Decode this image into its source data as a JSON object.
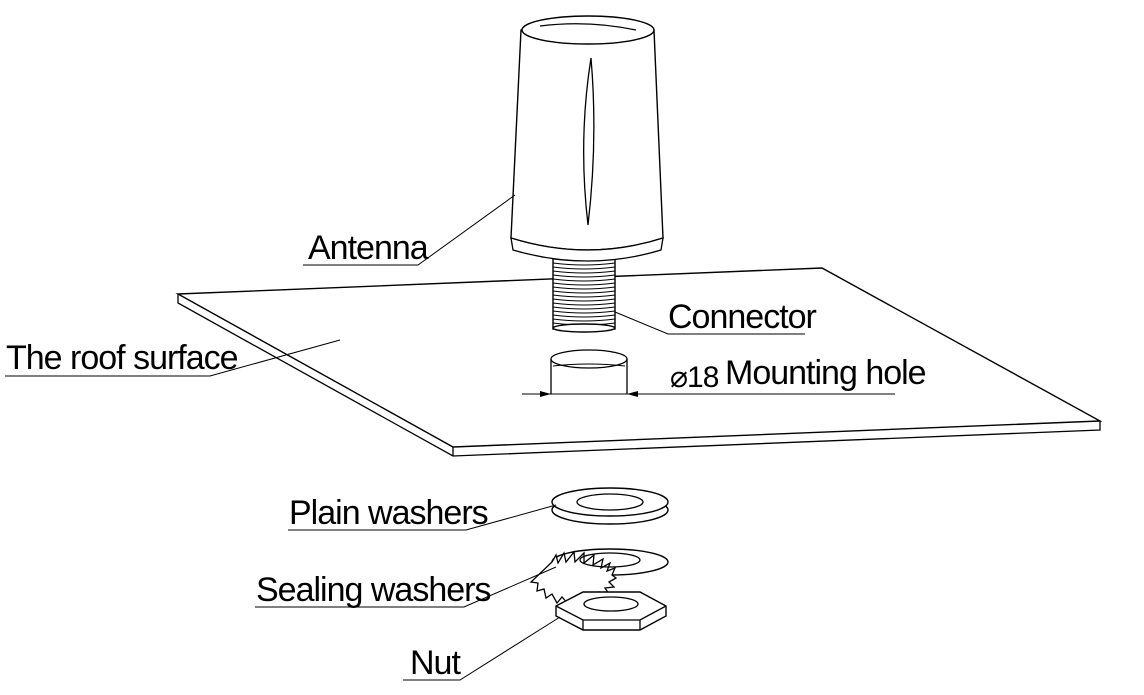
{
  "labels": {
    "antenna": "Antenna",
    "connector": "Connector",
    "roof_surface": "The roof surface",
    "diameter_symbol": "⌀18",
    "mounting_hole": "Mounting hole",
    "plain_washers": "Plain washers",
    "sealing_washers": "Sealing washers",
    "nut": "Nut"
  },
  "colors": {
    "line": "#000000",
    "background": "#ffffff"
  }
}
